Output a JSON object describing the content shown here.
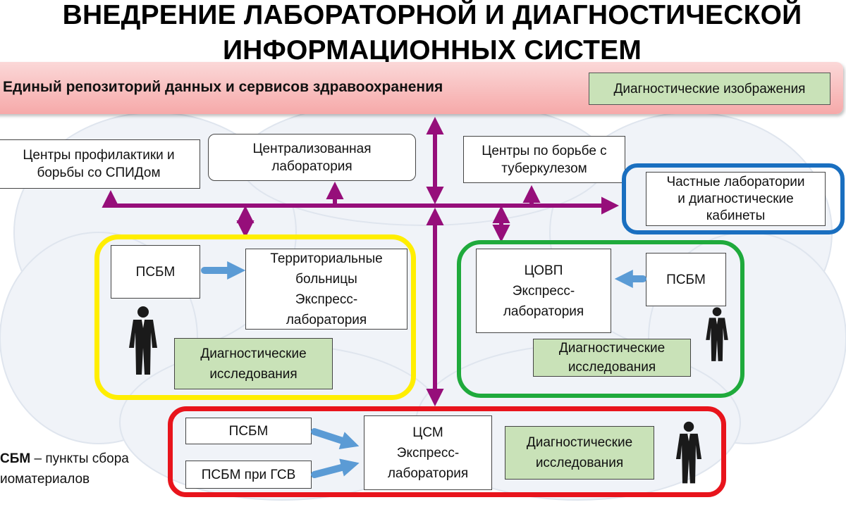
{
  "title": {
    "line1": "ВНЕДРЕНИЕ ЛАБОРАТОРНОЙ И ДИАГНОСТИЧЕСКОЙ",
    "line2": "ИНФОРМАЦИОННЫХ СИСТЕМ"
  },
  "repository": {
    "label": "Единый репозиторий данных и сервисов здравоохранения",
    "images_box": "Диагностические изображения"
  },
  "top_nodes": {
    "aids_line1": "Центры профилактики и",
    "aids_line2": "борьбы со СПИДом",
    "central_line1": "Централизованная",
    "central_line2": "лаборатория",
    "tb_line1": "Центры по борьбе с",
    "tb_line2": "туберкулезом",
    "private_line1": "Частные лаборатории",
    "private_line2": "и диагностические",
    "private_line3": "кабинеты"
  },
  "yellow_group": {
    "psbm": "ПСБМ",
    "hospital_line1": "Территориальные",
    "hospital_line2": "больницы",
    "hospital_line3": "Экспресс-",
    "hospital_line4": "лаборатория",
    "diag_line1": "Диагностические",
    "diag_line2": "исследования"
  },
  "green_group": {
    "tsovp_line1": "ЦОВП",
    "tsovp_line2": "Экспресс-",
    "tsovp_line3": "лаборатория",
    "psbm": "ПСБМ",
    "diag_line1": "Диагностические",
    "diag_line2": "исследования"
  },
  "red_group": {
    "psbm": "ПСБМ",
    "psbm_gsv": "ПСБМ при ГСВ",
    "tsm_line1": "ЦСМ",
    "tsm_line2": "Экспресс-",
    "tsm_line3": "лаборатория",
    "diag_line1": "Диагностические",
    "diag_line2": "исследования"
  },
  "legend": {
    "line1_bold": "СБМ",
    "line1_rest": " – пункты сбора",
    "line2": "иоматериалов"
  },
  "colors": {
    "connector": "#960e7a",
    "arrow_blue": "#5b9bd5",
    "yellow_frame": "#ffee00",
    "green_frame": "#1faa3c",
    "red_frame": "#e8141c",
    "blue_frame": "#1a6fc0",
    "green_fill": "#c9e2b8",
    "repo_fill": "#f6a9a9",
    "cloud": "#eef2f8"
  }
}
